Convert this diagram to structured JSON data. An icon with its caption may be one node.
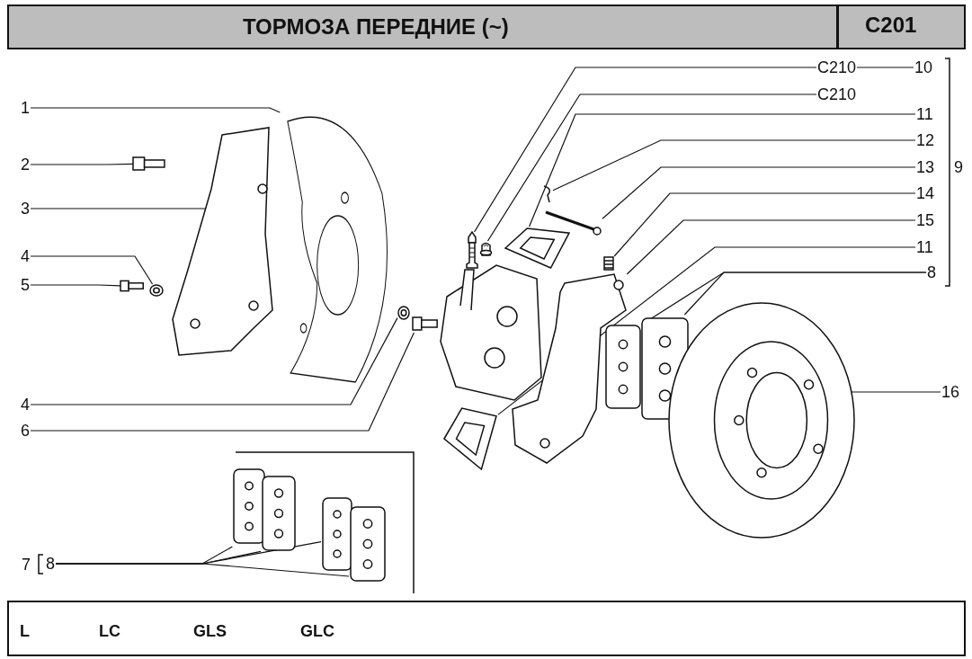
{
  "diagram": {
    "title": "ТОРМОЗА ПЕРЕДНИЕ (~)",
    "nodes": [
      {
        "text": [
          "1"
        ]
      },
      {
        "text": [
          "2"
        ]
      },
      {
        "text": [
          "3"
        ]
      },
      {
        "text": [
          "4"
        ]
      },
      {
        "text": [
          "5"
        ]
      },
      {
        "text": [
          "4"
        ]
      },
      {
        "text": [
          "6"
        ]
      },
      {
        "text": [
          "C210"
        ]
      },
      {
        "text": [
          "10"
        ]
      },
      {
        "text": [
          "C210"
        ]
      },
      {
        "text": [
          "11"
        ]
      },
      {
        "text": [
          "12"
        ]
      },
      {
        "text": [
          "13"
        ]
      },
      {
        "text": [
          "14"
        ]
      },
      {
        "text": [
          "15"
        ]
      },
      {
        "text": [
          "11"
        ]
      },
      {
        "text": [
          "8"
        ]
      },
      {
        "text": [
          "16"
        ]
      },
      {
        "text": [
          "8"
        ]
      },
      {
        "text": [],
        "shape": "picture"
      },
      {
        "text": [],
        "shape": "picture"
      },
      {
        "text": [],
        "shape": "picture"
      },
      {
        "text": [],
        "shape": "picture"
      },
      {
        "text": [],
        "shape": "picture"
      },
      {
        "text": [],
        "shape": "picture"
      },
      {
        "text": [],
        "shape": "picture"
      },
      {
        "text": [],
        "shape": "picture"
      },
      {
        "text": [],
        "shape": "picture"
      },
      {
        "text": [],
        "shape": "picture"
      },
      {
        "text": [],
        "shape": "picture"
      },
      {
        "text": [],
        "shape": "picture"
      },
      {
        "text": [],
        "shape": "picture"
      },
      {
        "text": [],
        "shape": "picture"
      },
      {
        "text": [],
        "shape": "picture"
      },
      {
        "text": [],
        "shape": "picture"
      },
      {
        "text": [],
        "shape": "picture"
      },
      {
        "text": [],
        "shape": "picture"
      },
      {
        "text": [],
        "shape": "picture"
      },
      {
        "text": [],
        "shape": "picture"
      },
      {
        "text": [],
        "shape": "picture"
      },
      {
        "text": [],
        "shape": "picture"
      }
    ],
    "edges": [
      {
        "from": 0,
        "to": 19,
        "arrow": "none"
      },
      {
        "from": 1,
        "to": 20,
        "arrow": "none"
      },
      {
        "from": 2,
        "to": 21,
        "arrow": "none"
      },
      {
        "from": 3,
        "to": 22,
        "arrow": "none"
      },
      {
        "from": 4,
        "to": 23,
        "arrow": "none"
      },
      {
        "from": 5,
        "to": 24,
        "arrow": "none"
      },
      {
        "from": 6,
        "to": 25,
        "arrow": "none"
      },
      {
        "from": 7,
        "to": 26,
        "arrow": "none"
      },
      {
        "from": 8,
        "to": 7,
        "arrow": "none"
      },
      {
        "from": 9,
        "to": 27,
        "arrow": "none"
      },
      {
        "from": 10,
        "to": 28,
        "arrow": "none"
      },
      {
        "from": 11,
        "to": 29,
        "arrow": "none"
      },
      {
        "from": 12,
        "to": 30,
        "arrow": "none"
      },
      {
        "from": 13,
        "to": 31,
        "arrow": "none"
      },
      {
        "from": 14,
        "to": 32,
        "arrow": "none"
      },
      {
        "from": 15,
        "to": 33,
        "arrow": "none"
      },
      {
        "from": 16,
        "to": 34,
        "arrow": "none"
      },
      {
        "from": 16,
        "to": 35,
        "arrow": "none"
      },
      {
        "from": 17,
        "to": 36,
        "arrow": "none"
      },
      {
        "from": 18,
        "to": 37,
        "arrow": "none"
      },
      {
        "from": 18,
        "to": 38,
        "arrow": "none"
      },
      {
        "from": 18,
        "to": 39,
        "arrow": "none"
      },
      {
        "from": 18,
        "to": 40,
        "arrow": "none"
      }
    ],
    "labels": [
      "C201",
      "9",
      "7",
      "L",
      "LC",
      "GLS",
      "GLC"
    ]
  }
}
